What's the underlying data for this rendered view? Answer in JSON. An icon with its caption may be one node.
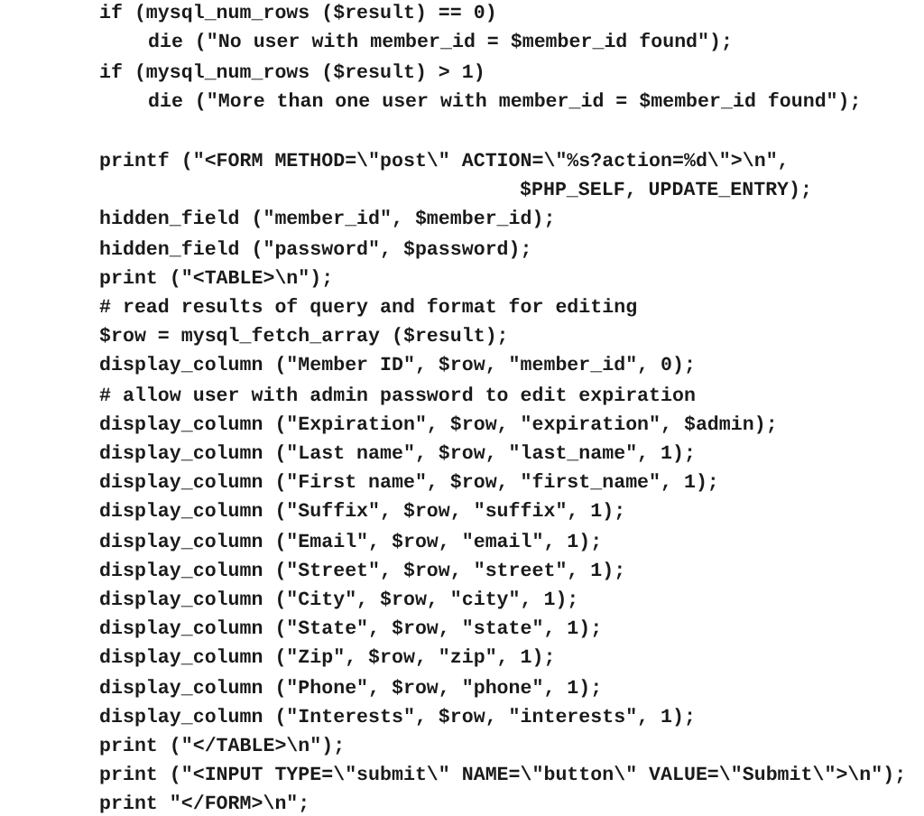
{
  "diagram": {
    "labels": [
      "if (mysql_num_rows ($result) == 0)",
      "die (\"No user with member_id = $member_id found\");",
      "if (mysql_num_rows ($result) > 1)",
      "die (\"More than one user with member_id = $member_id found\");",
      "printf (\"<FORM METHOD=\\\"post\\\" ACTION=\\\"%s?action=%d\\\">\\n\",",
      "$PHP_SELF, UPDATE_ENTRY);",
      "hidden_field (\"member_id\", $member_id);",
      "hidden_field (\"password\", $password);",
      "print (\"<TABLE>\\n\");",
      "# read results of query and format for editing",
      "$row = mysql_fetch_array ($result);",
      "display_column (\"Member ID\", $row, \"member_id\", 0);",
      "# allow user with admin password to edit expiration",
      "display_column (\"Expiration\", $row, \"expiration\", $admin);",
      "display_column (\"Last name\", $row, \"last_name\", 1);",
      "display_column (\"First name\", $row, \"first_name\", 1);",
      "display_column (\"Suffix\", $row, \"suffix\", 1);",
      "display_column (\"Email\", $row, \"email\", 1);",
      "display_column (\"Street\", $row, \"street\", 1);",
      "display_column (\"City\", $row, \"city\", 1);",
      "display_column (\"State\", $row, \"state\", 1);",
      "display_column (\"Zip\", $row, \"zip\", 1);",
      "display_column (\"Phone\", $row, \"phone\", 1);",
      "display_column (\"Interests\", $row, \"interests\", 1);",
      "print (\"</TABLE>\\n\");",
      "print (\"<INPUT TYPE=\\\"submit\\\" NAME=\\\"button\\\" VALUE=\\\"Submit\\\">\\n\");",
      "print \"</FORM>\\n\";"
    ]
  }
}
